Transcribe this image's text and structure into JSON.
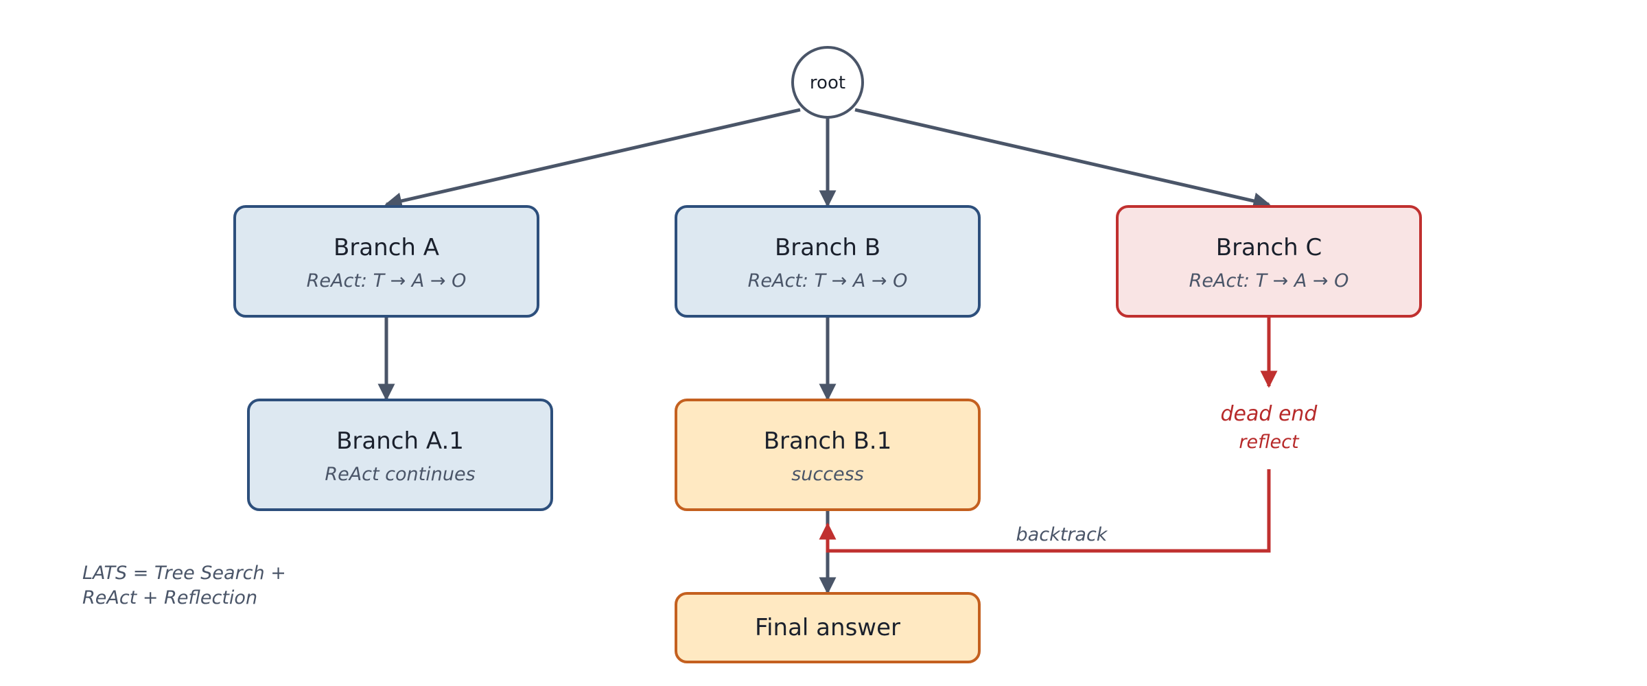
{
  "colors": {
    "edge": "#4a5568",
    "node_blue_fill": "#dde8f1",
    "node_blue_stroke": "#2d4f7c",
    "node_red_fill": "#f9e4e4",
    "node_red_stroke": "#c0302f",
    "node_orange_fill": "#ffe9c2",
    "node_orange_stroke": "#c4601f",
    "backtrack": "#c0302f"
  },
  "root": {
    "label": "root"
  },
  "nodes": {
    "branch_a": {
      "title": "Branch A",
      "subtitle": "ReAct: T → A → O"
    },
    "branch_b": {
      "title": "Branch B",
      "subtitle": "ReAct: T → A → O"
    },
    "branch_c": {
      "title": "Branch C",
      "subtitle": "ReAct: T → A → O"
    },
    "branch_a1": {
      "title": "Branch A.1",
      "subtitle": "ReAct continues"
    },
    "branch_b1": {
      "title": "Branch B.1",
      "subtitle": "success"
    },
    "final": {
      "title": "Final answer"
    }
  },
  "dead_end": {
    "line1": "dead end",
    "line2": "reflect"
  },
  "backtrack_label": "backtrack",
  "caption": {
    "line1": "LATS = Tree Search +",
    "line2": "ReAct + Reflection"
  }
}
